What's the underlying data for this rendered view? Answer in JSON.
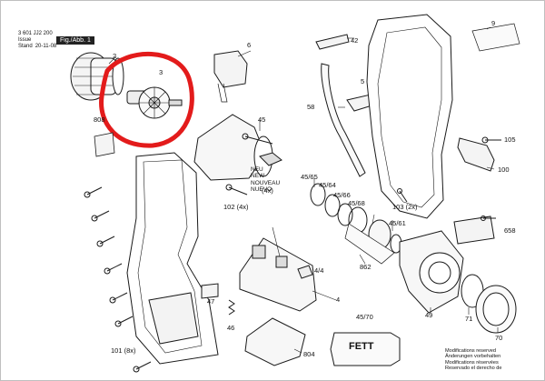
{
  "header": {
    "part_number": "3 601 JJ2 200",
    "issue_label": "Issue",
    "stand_label": "Stand",
    "issue_date": "20-11-08",
    "figure_label": "Fig./Abb. 1"
  },
  "labels": {
    "p2": "2",
    "p3": "3",
    "p6": "6",
    "p9": "9",
    "p42": "42",
    "p5": "5",
    "p58": "58",
    "p45": "45",
    "p808": "808",
    "p105": "105",
    "p100": "100",
    "p4565": "45/65",
    "p4564": "45/64",
    "p4566": "45/66",
    "p4568": "45/68",
    "p4561": "45/61",
    "p103": "103 (2x)",
    "p102": "102 (4x)",
    "p4x": "(4x)",
    "p658": "658",
    "p44": "4/4",
    "p4": "4",
    "p862": "862",
    "p47": "47",
    "p46": "46",
    "p4570": "45/70",
    "p49": "49",
    "p71": "71",
    "p70": "70",
    "p101": "101 (8x)",
    "p804": "804"
  },
  "new_marker": [
    "NEU",
    "NEW",
    "NOUVEAU",
    "NUEVO"
  ],
  "fett_label": "FETT",
  "modifications": [
    "Modifications reserved",
    "Änderungen vorbehalten",
    "Modifications réservées",
    "Reservado el derecho de"
  ],
  "colors": {
    "highlight": "#e31b1b",
    "line": "#1a1a1a"
  }
}
